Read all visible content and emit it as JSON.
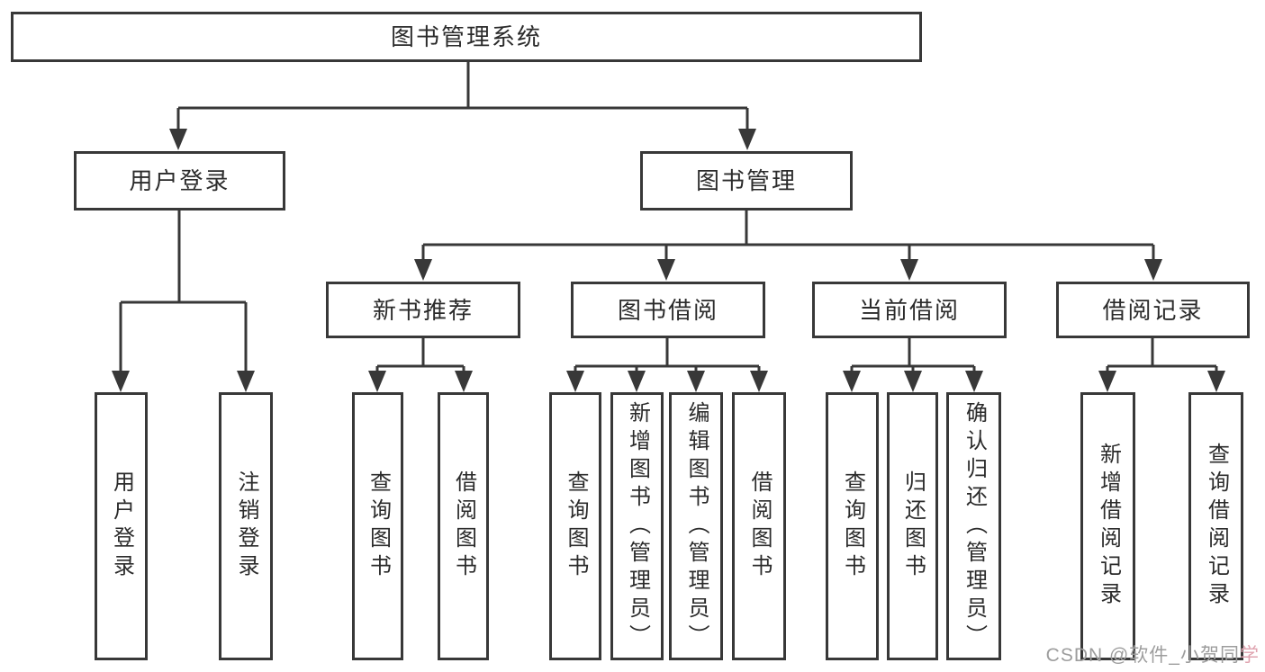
{
  "colors": {
    "line": "#383838",
    "box_border": "#383838",
    "text": "#2b2b2b",
    "background": "#ffffff",
    "watermark_gray": "#9d9d9d",
    "watermark_pink": "#dfa3af"
  },
  "tree": {
    "label": "图书管理系统",
    "children": [
      {
        "label": "用户登录",
        "children": [
          {
            "label": "用户登录"
          },
          {
            "label": "注销登录"
          }
        ]
      },
      {
        "label": "图书管理",
        "children": [
          {
            "label": "新书推荐",
            "children": [
              {
                "label": "查询图书"
              },
              {
                "label": "借阅图书"
              }
            ]
          },
          {
            "label": "图书借阅",
            "children": [
              {
                "label": "查询图书"
              },
              {
                "label": "新增图书（管理员）"
              },
              {
                "label": "编辑图书（管理员）"
              },
              {
                "label": "借阅图书"
              }
            ]
          },
          {
            "label": "当前借阅",
            "children": [
              {
                "label": "查询图书"
              },
              {
                "label": "归还图书"
              },
              {
                "label": "确认归还（管理员）"
              }
            ]
          },
          {
            "label": "借阅记录",
            "children": [
              {
                "label": "新增借阅记录"
              },
              {
                "label": "查询借阅记录"
              }
            ]
          }
        ]
      }
    ]
  },
  "watermark": {
    "text_gray": "CSDN @软件_小贺同",
    "text_pink": "学"
  }
}
